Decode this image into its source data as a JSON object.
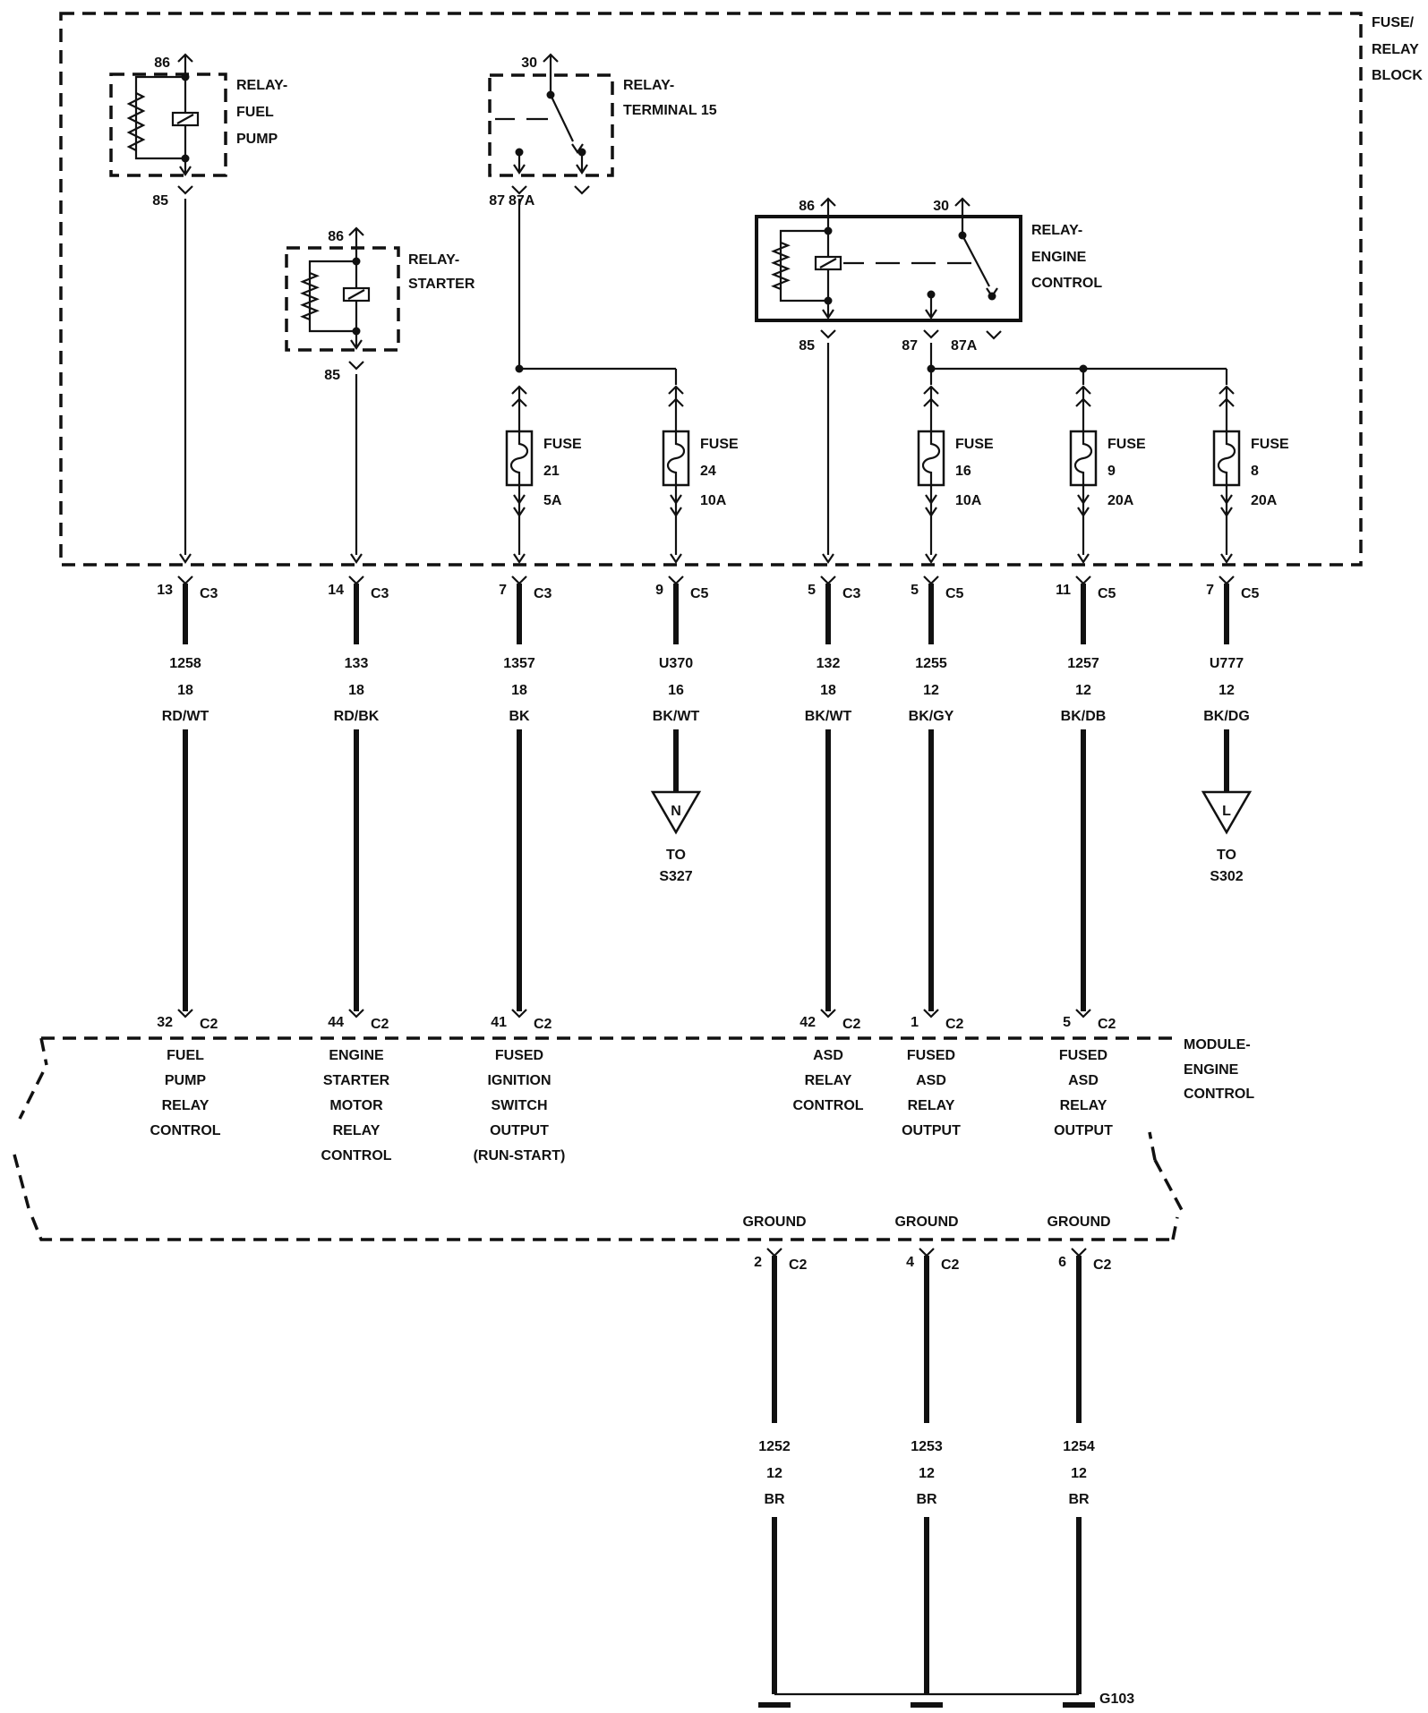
{
  "fuse_relay_block": {
    "label": [
      "FUSE/",
      "RELAY",
      "BLOCK"
    ],
    "relays": [
      {
        "id": "fuel_pump",
        "name": [
          "RELAY-",
          "FUEL",
          "PUMP"
        ],
        "terminals": [
          "86",
          "85"
        ]
      },
      {
        "id": "starter",
        "name": [
          "RELAY-",
          "STARTER"
        ],
        "terminals": [
          "86",
          "85"
        ]
      },
      {
        "id": "terminal15",
        "name": [
          "RELAY-",
          "TERMINAL 15"
        ],
        "terminals": [
          "30",
          "87",
          "87A"
        ]
      },
      {
        "id": "engine_control",
        "name": [
          "RELAY-",
          "ENGINE",
          "CONTROL"
        ],
        "terminals": [
          "86",
          "30",
          "85",
          "87",
          "87A"
        ]
      }
    ],
    "fuses": [
      {
        "label": "FUSE",
        "number": "21",
        "rating": "5A"
      },
      {
        "label": "FUSE",
        "number": "24",
        "rating": "10A"
      },
      {
        "label": "FUSE",
        "number": "16",
        "rating": "10A"
      },
      {
        "label": "FUSE",
        "number": "9",
        "rating": "20A"
      },
      {
        "label": "FUSE",
        "number": "8",
        "rating": "20A"
      }
    ]
  },
  "circuits": [
    {
      "pin": "13",
      "conn": "C3",
      "circuit": "1258",
      "gauge": "18",
      "color": "RD/WT",
      "module_pin": "32",
      "module_conn": "C2",
      "function": [
        "FUEL",
        "PUMP",
        "RELAY",
        "CONTROL"
      ]
    },
    {
      "pin": "14",
      "conn": "C3",
      "circuit": "133",
      "gauge": "18",
      "color": "RD/BK",
      "module_pin": "44",
      "module_conn": "C2",
      "function": [
        "ENGINE",
        "STARTER",
        "MOTOR",
        "RELAY",
        "CONTROL"
      ]
    },
    {
      "pin": "7",
      "conn": "C3",
      "circuit": "1357",
      "gauge": "18",
      "color": "BK",
      "module_pin": "41",
      "module_conn": "C2",
      "function": [
        "FUSED",
        "IGNITION",
        "SWITCH",
        "OUTPUT",
        "(RUN-START)"
      ]
    },
    {
      "pin": "9",
      "conn": "C5",
      "circuit": "U370",
      "gauge": "16",
      "color": "BK/WT",
      "ref": "N",
      "ref_text": [
        "TO",
        "S327"
      ]
    },
    {
      "pin": "5",
      "conn": "C3",
      "circuit": "132",
      "gauge": "18",
      "color": "BK/WT",
      "module_pin": "42",
      "module_conn": "C2",
      "function": [
        "ASD",
        "RELAY",
        "CONTROL"
      ]
    },
    {
      "pin": "5",
      "conn": "C5",
      "circuit": "1255",
      "gauge": "12",
      "color": "BK/GY",
      "module_pin": "1",
      "module_conn": "C2",
      "function": [
        "FUSED",
        "ASD",
        "RELAY",
        "OUTPUT"
      ]
    },
    {
      "pin": "11",
      "conn": "C5",
      "circuit": "1257",
      "gauge": "12",
      "color": "BK/DB",
      "module_pin": "5",
      "module_conn": "C2",
      "function": [
        "FUSED",
        "ASD",
        "RELAY",
        "OUTPUT"
      ]
    },
    {
      "pin": "7",
      "conn": "C5",
      "circuit": "U777",
      "gauge": "12",
      "color": "BK/DG",
      "ref": "L",
      "ref_text": [
        "TO",
        "S302"
      ]
    }
  ],
  "module": {
    "label": [
      "MODULE-",
      "ENGINE",
      "CONTROL"
    ]
  },
  "grounds": [
    {
      "label": "GROUND",
      "pin": "2",
      "conn": "C2",
      "circuit": "1252",
      "gauge": "12",
      "color": "BR"
    },
    {
      "label": "GROUND",
      "pin": "4",
      "conn": "C2",
      "circuit": "1253",
      "gauge": "12",
      "color": "BR"
    },
    {
      "label": "GROUND",
      "pin": "6",
      "conn": "C2",
      "circuit": "1254",
      "gauge": "12",
      "color": "BR"
    }
  ],
  "ground_point": "G103"
}
